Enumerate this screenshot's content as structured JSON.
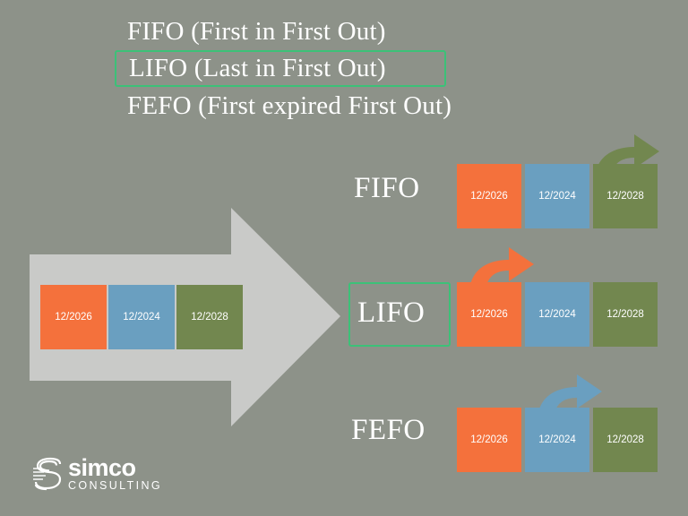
{
  "slide": {
    "background_color": "#8d9289",
    "accent_green": "#3cc178"
  },
  "title": {
    "lines": [
      {
        "text": "FIFO (First in First Out)",
        "highlighted": false
      },
      {
        "text": "LIFO (Last in First Out)",
        "highlighted": true
      },
      {
        "text": "FEFO (First expired First Out)",
        "highlighted": false
      }
    ]
  },
  "incoming": {
    "arrow_name": "big-right-arrow",
    "arrow_color": "#c9cac8",
    "boxes": [
      {
        "label": "12/2026",
        "color": "#f4713c",
        "color_name": "orange"
      },
      {
        "label": "12/2024",
        "color": "#6a9fc0",
        "color_name": "blue"
      },
      {
        "label": "12/2028",
        "color": "#72874f",
        "color_name": "green"
      }
    ]
  },
  "methods": [
    {
      "name": "FIFO",
      "highlighted": false,
      "picked_index": 2,
      "arrow_color": "#72874f",
      "boxes": [
        {
          "label": "12/2026",
          "color": "#f4713c",
          "color_name": "orange"
        },
        {
          "label": "12/2024",
          "color": "#6a9fc0",
          "color_name": "blue"
        },
        {
          "label": "12/2028",
          "color": "#72874f",
          "color_name": "green"
        }
      ]
    },
    {
      "name": "LIFO",
      "highlighted": true,
      "picked_index": 0,
      "arrow_color": "#f4713c",
      "boxes": [
        {
          "label": "12/2026",
          "color": "#f4713c",
          "color_name": "orange"
        },
        {
          "label": "12/2024",
          "color": "#6a9fc0",
          "color_name": "blue"
        },
        {
          "label": "12/2028",
          "color": "#72874f",
          "color_name": "green"
        }
      ]
    },
    {
      "name": "FEFO",
      "highlighted": false,
      "picked_index": 1,
      "arrow_color": "#6a9fc0",
      "boxes": [
        {
          "label": "12/2026",
          "color": "#f4713c",
          "color_name": "orange"
        },
        {
          "label": "12/2024",
          "color": "#6a9fc0",
          "color_name": "blue"
        },
        {
          "label": "12/2028",
          "color": "#72874f",
          "color_name": "green"
        }
      ]
    }
  ],
  "logo": {
    "mark": "simco-s-mark",
    "word": "simco",
    "subtitle": "CONSULTING"
  }
}
